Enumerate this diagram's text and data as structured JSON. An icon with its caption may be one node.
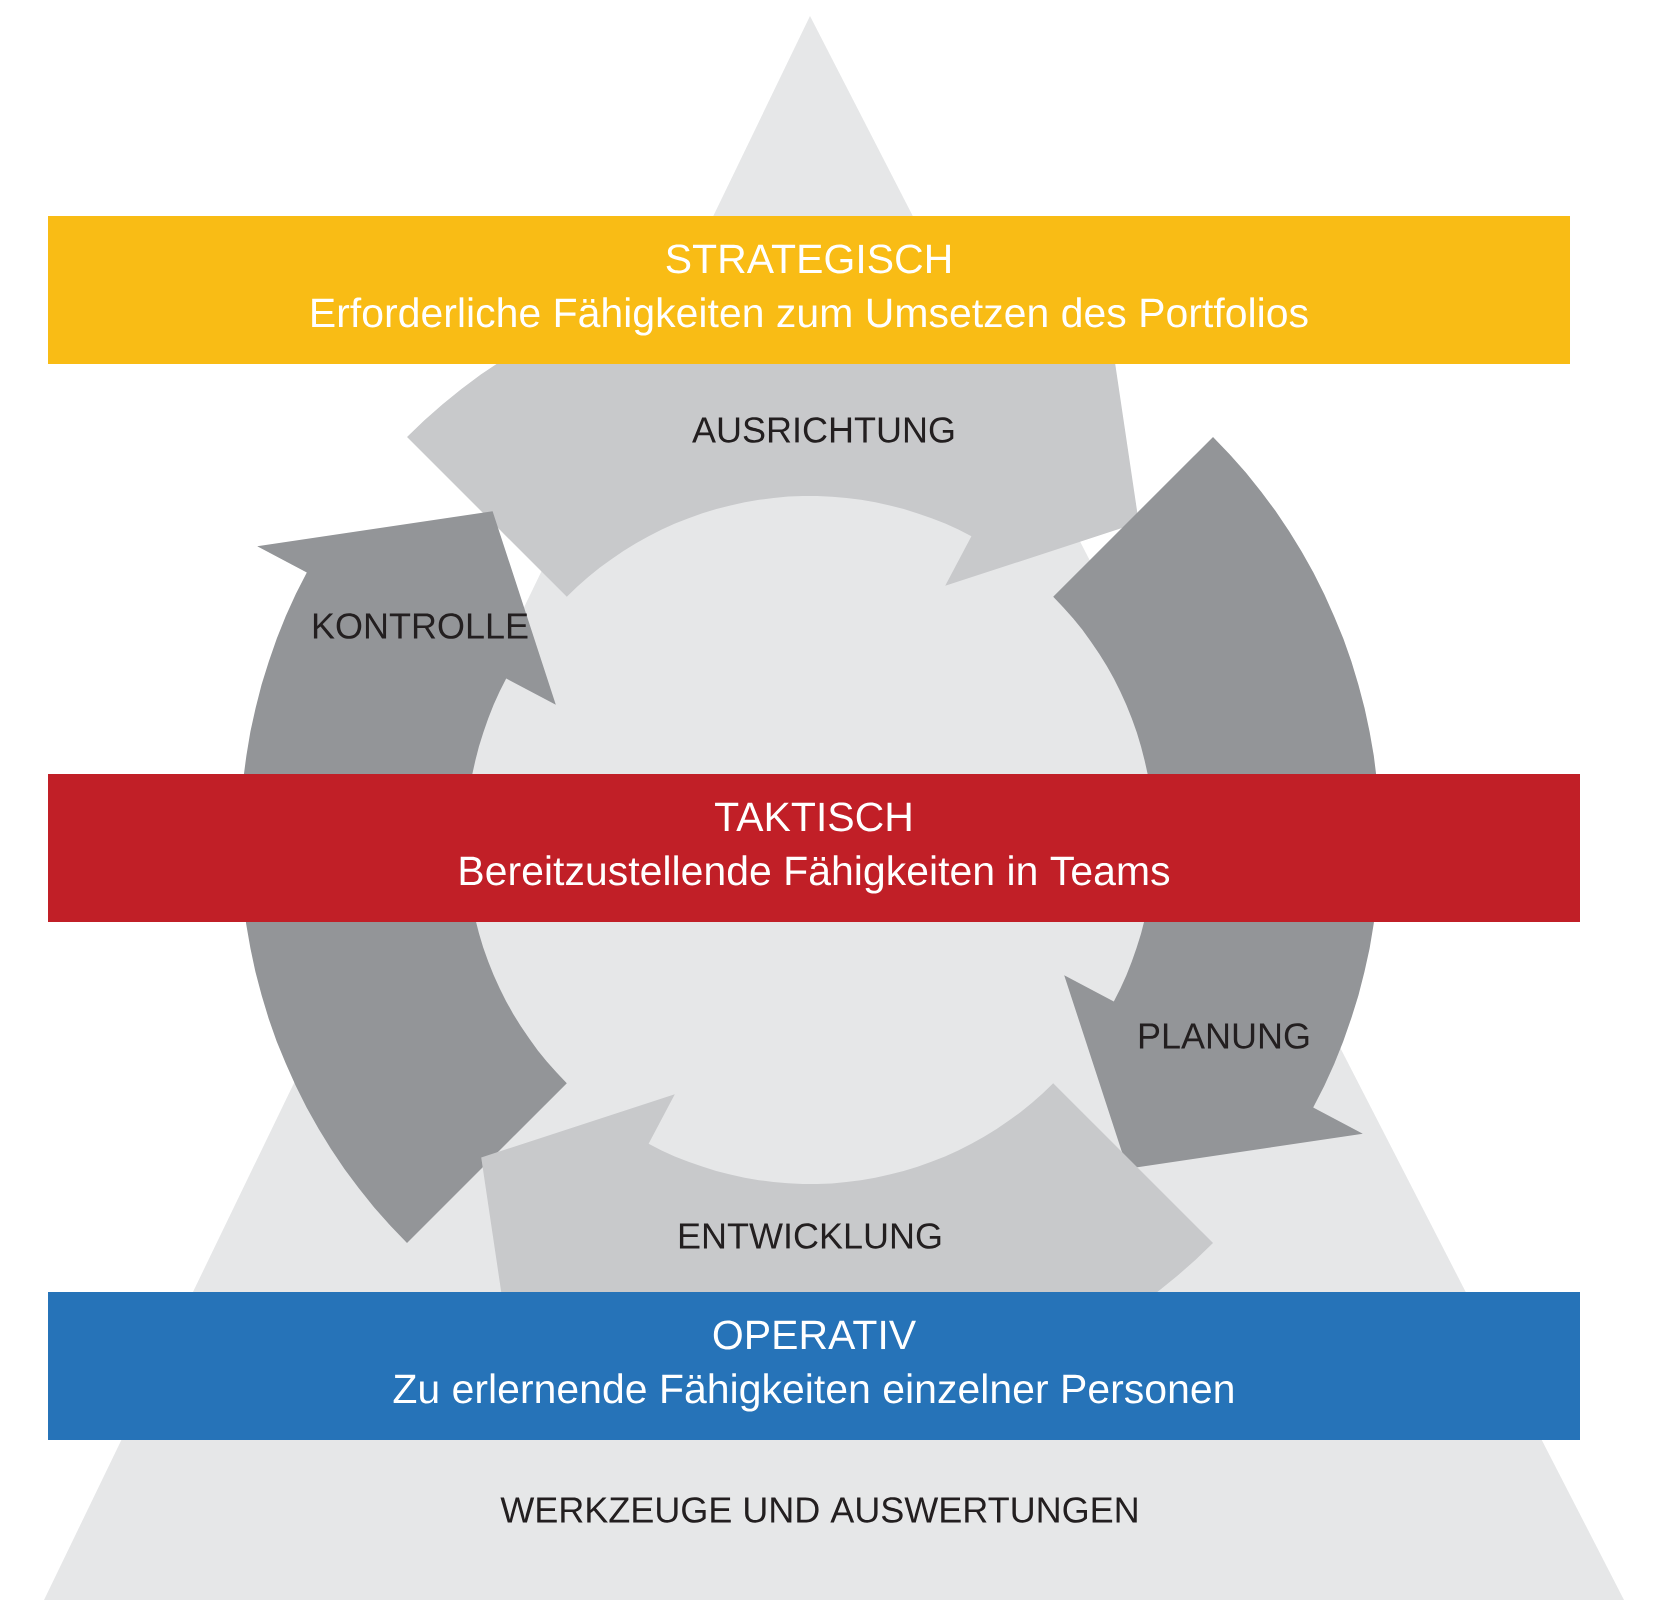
{
  "diagram": {
    "nodes": [
      {
        "text": [
          "STRATEGISCH",
          "Erforderliche Fähigkeiten zum Umsetzen des Portfolios"
        ]
      },
      {
        "text": [
          "TAKTISCH",
          "Bereitzustellende Fähigkeiten in Teams"
        ]
      },
      {
        "text": [
          "OPERATIV",
          "Zu erlernende Fähigkeiten einzelner Personen"
        ]
      }
    ],
    "labels": [
      "AUSRICHTUNG",
      "KONTROLLE",
      "PLANUNG",
      "ENTWICKLUNG",
      "WERKZEUGE UND AUSWERTUNGEN"
    ]
  }
}
